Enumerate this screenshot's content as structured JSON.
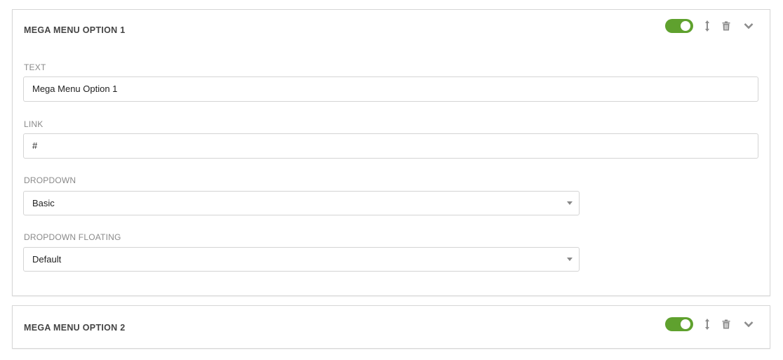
{
  "panels": [
    {
      "title": "MEGA MENU OPTION 1",
      "expanded": true,
      "enabled": true,
      "fields": {
        "text": {
          "label": "TEXT",
          "value": "Mega Menu  Option 1"
        },
        "link": {
          "label": "LINK",
          "value": "#"
        },
        "dropdown": {
          "label": "DROPDOWN",
          "value": "Basic"
        },
        "dropdown_floating": {
          "label": "DROPDOWN FLOATING",
          "value": "Default"
        }
      },
      "icons": [
        "toggle-switch",
        "move-icon",
        "trash-icon",
        "chevron-down-icon"
      ]
    },
    {
      "title": "MEGA MENU OPTION 2",
      "expanded": false,
      "enabled": true,
      "icons": [
        "toggle-switch",
        "move-icon",
        "trash-icon",
        "chevron-down-icon"
      ]
    }
  ],
  "colors": {
    "toggle_on": "#5fa12e",
    "icon": "#8c8c8c",
    "border": "#d6d6d6",
    "label": "#8a8a8a",
    "title": "#444444"
  }
}
